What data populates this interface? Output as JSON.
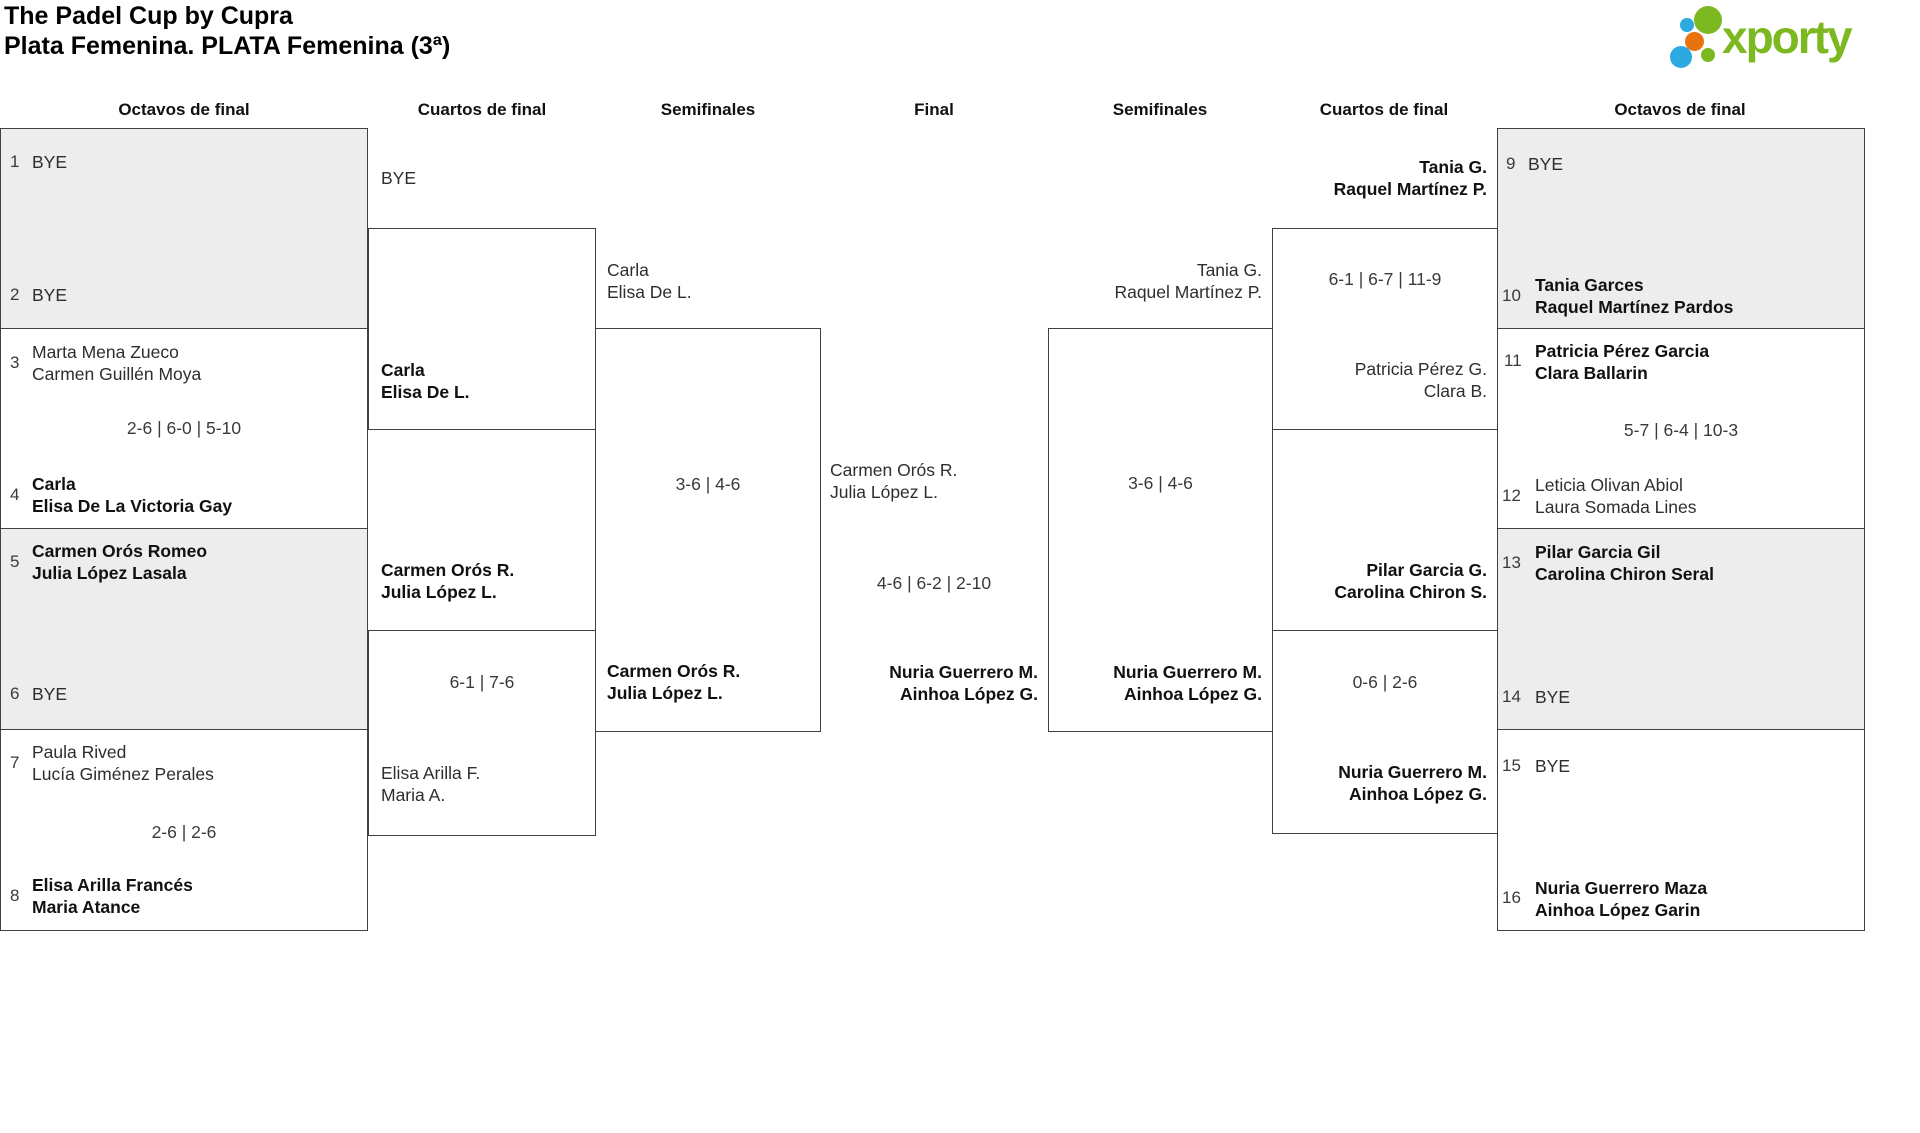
{
  "title": {
    "line1": "The Padel Cup by Cupra",
    "line2": "Plata Femenina. PLATA Femenina (3ª)"
  },
  "logo": {
    "brand": "xporty"
  },
  "colors": {
    "brand_green": "#7cb820",
    "brand_blue": "#2da9e1",
    "brand_orange": "#e8720c",
    "box_grey": "#ededed",
    "border": "#414141"
  },
  "rounds": {
    "r1": "Octavos de final",
    "r2": "Cuartos de final",
    "r3": "Semifinales",
    "r4": "Final",
    "r5": "Semifinales",
    "r6": "Cuartos de final",
    "r7": "Octavos de final"
  },
  "left": {
    "octavos": {
      "m1": {
        "seed_a": "1",
        "a_line1": "BYE",
        "seed_b": "2",
        "b_line1": "BYE"
      },
      "m2": {
        "seed_a": "3",
        "a_line1": "Marta Mena Zueco",
        "a_line2": "Carmen Guillén Moya",
        "score": "2-6 | 6-0 | 5-10",
        "seed_b": "4",
        "b_line1": "Carla",
        "b_line2": "Elisa De La Victoria Gay"
      },
      "m3": {
        "seed_a": "5",
        "a_line1": "Carmen Orós Romeo",
        "a_line2": "Julia López Lasala",
        "seed_b": "6",
        "b_line1": "BYE"
      },
      "m4": {
        "seed_a": "7",
        "a_line1": "Paula Rived",
        "a_line2": "Lucía Giménez Perales",
        "score": "2-6 | 2-6",
        "seed_b": "8",
        "b_line1": "Elisa Arilla Francés",
        "b_line2": "Maria Atance"
      }
    },
    "cuartos": {
      "p1_line1": "BYE",
      "p2_line1": "Carla",
      "p2_line2": "Elisa De L.",
      "p3_line1": "Carmen Orós R.",
      "p3_line2": "Julia López L.",
      "m2_score": "6-1 | 7-6",
      "p4_line1": "Elisa Arilla F.",
      "p4_line2": "Maria A."
    },
    "semifinal": {
      "p1_line1": "Carla",
      "p1_line2": "Elisa De L.",
      "score": "3-6 | 4-6",
      "p2_line1": "Carmen Orós R.",
      "p2_line2": "Julia López L."
    }
  },
  "final": {
    "p1_line1": "Carmen Orós R.",
    "p1_line2": "Julia López L.",
    "score": "4-6 | 6-2 | 2-10",
    "p2_line1": "Nuria Guerrero M.",
    "p2_line2": "Ainhoa López G."
  },
  "right": {
    "semifinal": {
      "p1_line1": "Tania G.",
      "p1_line2": "Raquel Martínez P.",
      "score": "3-6 | 4-6",
      "p2_line1": "Nuria Guerrero M.",
      "p2_line2": "Ainhoa López G."
    },
    "cuartos": {
      "p1_line1": "Tania G.",
      "p1_line2": "Raquel Martínez P.",
      "m1_score": "6-1 | 6-7 | 11-9",
      "p2_line1": "Patricia Pérez G.",
      "p2_line2": "Clara B.",
      "p3_line1": "Pilar Garcia G.",
      "p3_line2": "Carolina Chiron S.",
      "m2_score": "0-6 | 2-6",
      "p4_line1": "Nuria Guerrero M.",
      "p4_line2": "Ainhoa López G."
    },
    "octavos": {
      "m1": {
        "seed_a": "9",
        "a_line1": "BYE",
        "seed_b": "10",
        "b_line1": "Tania Garces",
        "b_line2": "Raquel Martínez Pardos"
      },
      "m2": {
        "seed_a": "11",
        "a_line1": "Patricia Pérez Garcia",
        "a_line2": "Clara Ballarin",
        "score": "5-7 | 6-4 | 10-3",
        "seed_b": "12",
        "b_line1": "Leticia Olivan Abiol",
        "b_line2": "Laura Somada Lines"
      },
      "m3": {
        "seed_a": "13",
        "a_line1": "Pilar Garcia Gil",
        "a_line2": "Carolina Chiron Seral",
        "seed_b": "14",
        "b_line1": "BYE"
      },
      "m4": {
        "seed_a": "15",
        "a_line1": "BYE",
        "seed_b": "16",
        "b_line1": "Nuria Guerrero Maza",
        "b_line2": "Ainhoa López Garin"
      }
    }
  }
}
